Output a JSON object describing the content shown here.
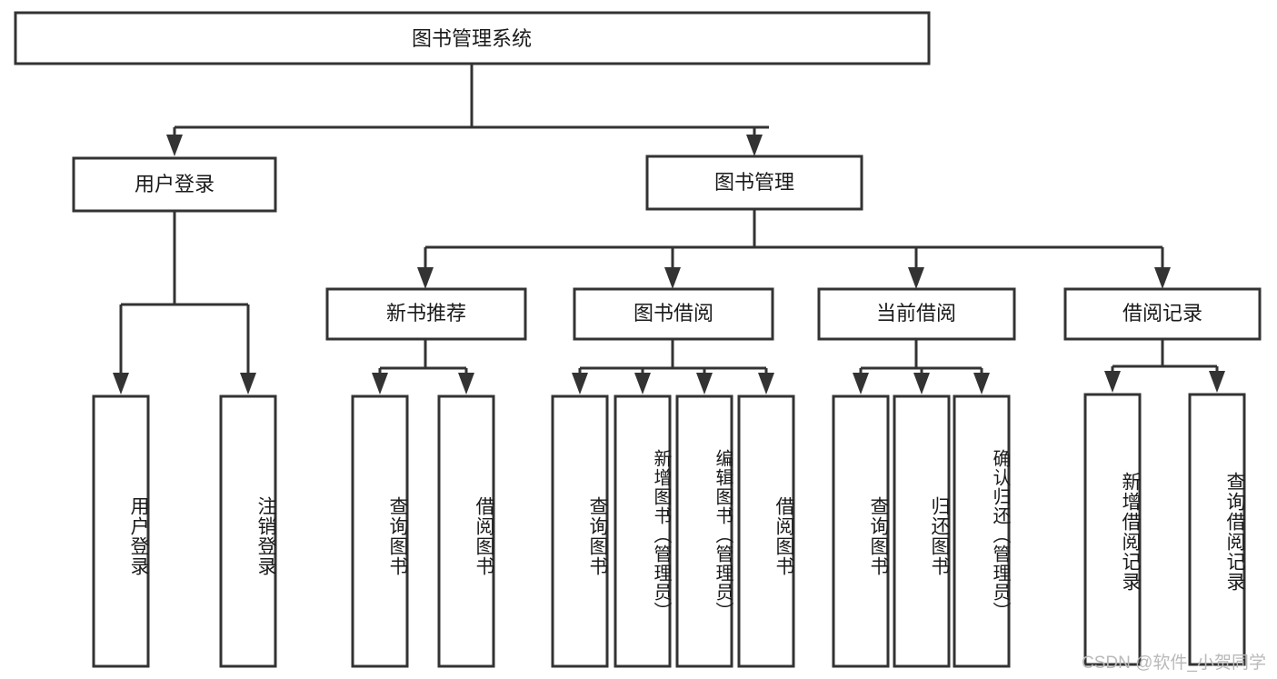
{
  "diagram": {
    "type": "tree-hierarchy-functional-decomposition",
    "root": {
      "id": "root",
      "label": "图书管理系统"
    },
    "level2": [
      {
        "id": "user-login",
        "label": "用户登录"
      },
      {
        "id": "book-management",
        "label": "图书管理"
      }
    ],
    "level3": [
      {
        "id": "new-book-recommend",
        "label": "新书推荐",
        "parent": "book-management"
      },
      {
        "id": "book-borrow",
        "label": "图书借阅",
        "parent": "book-management"
      },
      {
        "id": "current-borrow",
        "label": "当前借阅",
        "parent": "book-management"
      },
      {
        "id": "borrow-record",
        "label": "借阅记录",
        "parent": "book-management"
      }
    ],
    "leaves": {
      "user_login": [
        {
          "id": "leaf-user-login",
          "label": "用户登录"
        },
        {
          "id": "leaf-logout",
          "label": "注销登录"
        }
      ],
      "new_book_recommend": [
        {
          "id": "leaf-query-book-1",
          "label": "查询图书"
        },
        {
          "id": "leaf-borrow-book-1",
          "label": "借阅图书"
        }
      ],
      "book_borrow": [
        {
          "id": "leaf-query-book-2",
          "label": "查询图书"
        },
        {
          "id": "leaf-add-book",
          "label": "新增图书（管理员）"
        },
        {
          "id": "leaf-edit-book",
          "label": "编辑图书（管理员）"
        },
        {
          "id": "leaf-borrow-book-2",
          "label": "借阅图书"
        }
      ],
      "current_borrow": [
        {
          "id": "leaf-query-book-3",
          "label": "查询图书"
        },
        {
          "id": "leaf-return-book",
          "label": "归还图书"
        },
        {
          "id": "leaf-confirm-return",
          "label": "确认归还（管理员）"
        }
      ],
      "borrow_record": [
        {
          "id": "leaf-add-record",
          "label": "新增借阅记录"
        },
        {
          "id": "leaf-query-record",
          "label": "查询借阅记录"
        }
      ]
    }
  },
  "watermark": {
    "text": "CSDN @软件_小贺同学"
  },
  "colors": {
    "stroke": "#333333",
    "fill": "#ffffff",
    "text": "#1a1a1a",
    "watermark": "#b9b9b9"
  }
}
